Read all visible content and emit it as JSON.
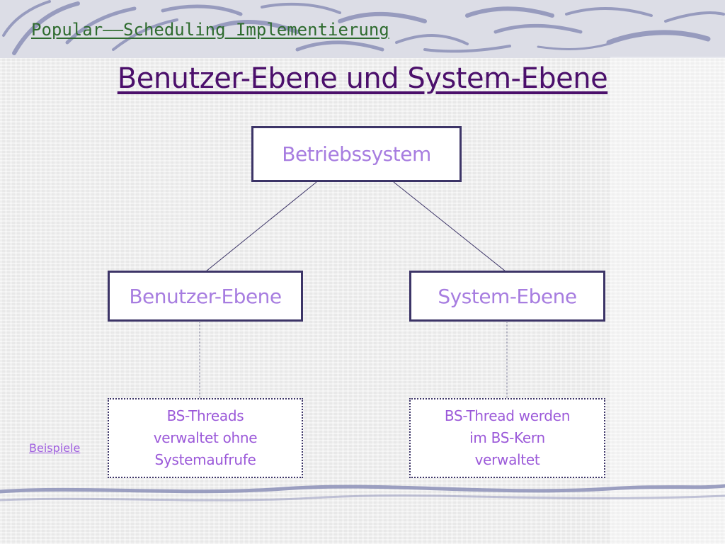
{
  "header": {
    "text": "Popular——Scheduling Implementierung"
  },
  "title": "Benutzer-Ebene und System-Ebene",
  "diagram": {
    "root": "Betriebssystem",
    "left": "Benutzer-Ebene",
    "right": "System-Ebene",
    "left_note": [
      "BS-Threads",
      "verwaltet ohne",
      "Systemaufrufe"
    ],
    "right_note": [
      "BS-Thread werden",
      "im BS-Kern",
      "verwaltet"
    ]
  },
  "side_link": "Beispiele",
  "colors": {
    "header": "#2e6b2e",
    "title": "#4b0f6b",
    "node_text": "#a77de0",
    "node_border": "#3c3467",
    "note_text": "#9b59d9",
    "link": "#a05fe0",
    "decoration": "#8c90b8"
  }
}
